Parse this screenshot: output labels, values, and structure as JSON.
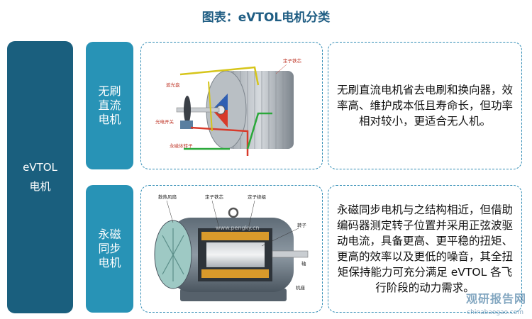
{
  "title": "图表：eVTOL电机分类",
  "category": {
    "label_line1": "eVTOL",
    "label_line2": "电机"
  },
  "types": [
    {
      "name": "无刷直流电机",
      "description": "无刷直流电机省去电刷和换向器，效率高、维护成本低且寿命长，但功率相对较小，更适合无人机。",
      "diagram_labels": {
        "stator_core": "定子铁芯",
        "shading_disc": "遮光盘",
        "photo_switch": "光电开关",
        "pm_rotor": "永磁体转子"
      }
    },
    {
      "name": "永磁同步电机",
      "description": "永磁同步电机与之结构相近，但借助编码器测定转子位置并采用正弦波驱动电流，具备更高、更平稳的扭矩、更高的效率以及更低的噪音，其全扭矩保持能力可充分满足 eVTOL 各飞行阶段的动力需求。",
      "diagram_labels": {
        "fan": "散热风扇",
        "stator_core": "定子铁芯",
        "stator_winding": "定子绕组",
        "rotor": "转子",
        "shaft": "轴",
        "base": "机座",
        "image_watermark": "www.pengky.cn"
      }
    }
  ],
  "watermark": {
    "text": "观研报告网",
    "subtext": "chinabaogao.com"
  },
  "colors": {
    "dark_teal": "#1a5f7e",
    "mid_blue": "#2893b6",
    "title_blue": "#1f5d83"
  }
}
